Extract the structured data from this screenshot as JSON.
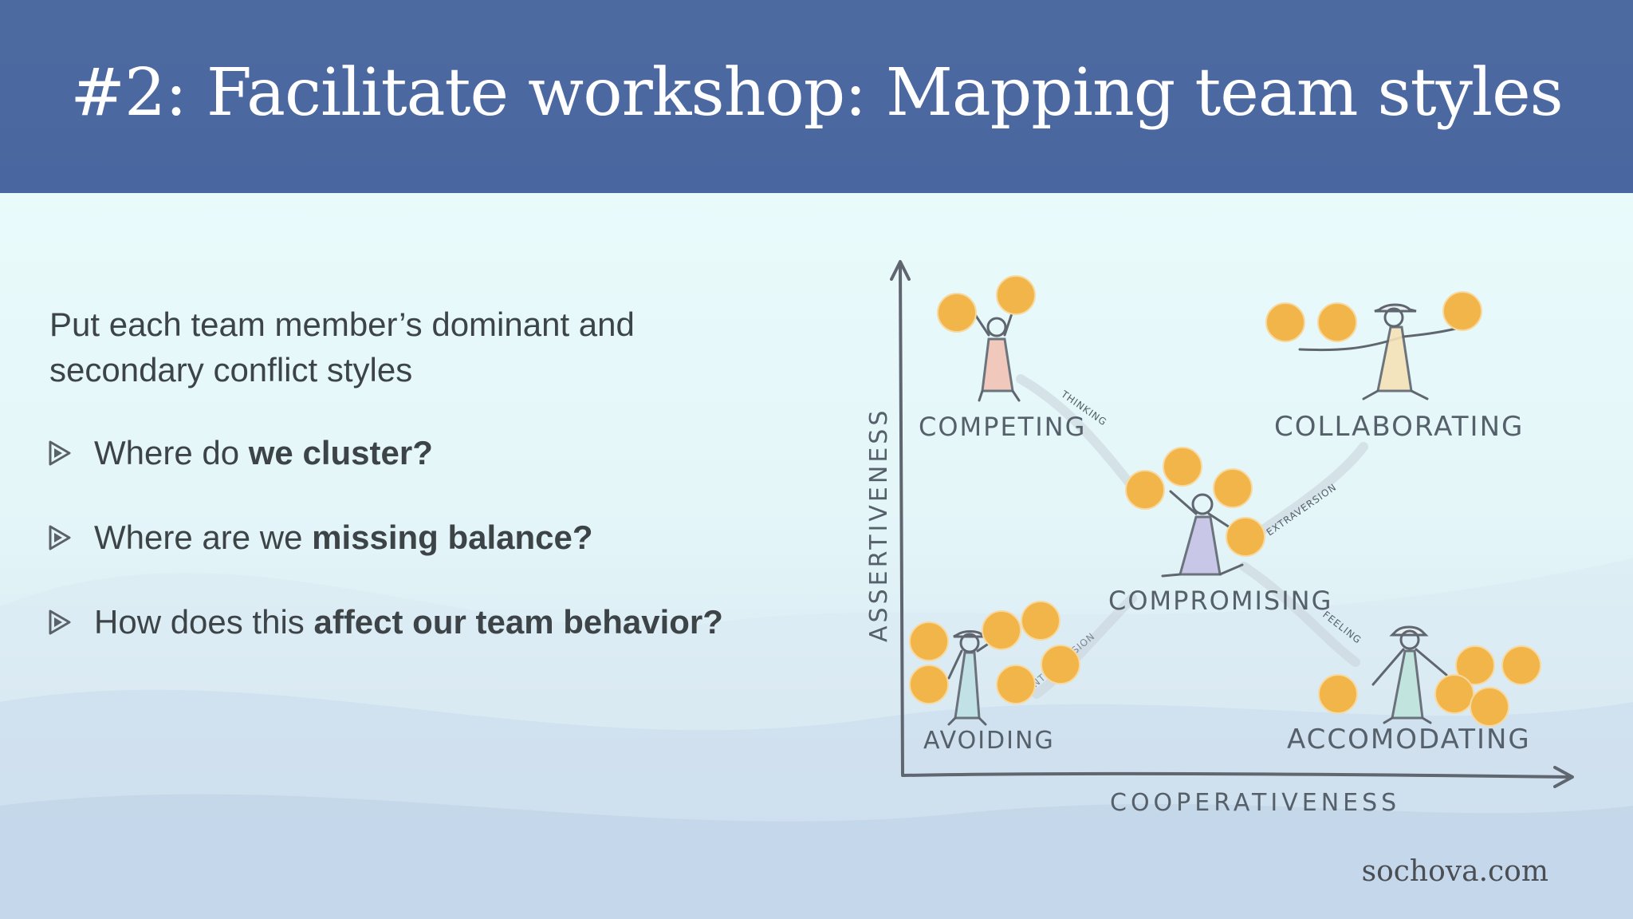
{
  "slide": {
    "title": "#2: Facilitate workshop: Mapping team styles",
    "lead": "Put each team member’s dominant and secondary conflict styles",
    "bullets": [
      {
        "prefix": "Where do ",
        "bold": "we cluster?",
        "suffix": ""
      },
      {
        "prefix": "Where are we ",
        "bold": "missing balance?",
        "suffix": ""
      },
      {
        "prefix": "How does this ",
        "bold": "affect our team behavior?",
        "suffix": ""
      }
    ],
    "footer": "sochova.com"
  },
  "diagram": {
    "y_axis_label": "ASSERTIVENESS",
    "x_axis_label": "COOPERATIVENESS",
    "styles": {
      "competing": "COMPETING",
      "collaborating": "COLLABORATING",
      "compromising": "COMPROMISING",
      "avoiding": "AVOIDING",
      "accommodating": "ACCOMODATING"
    },
    "connectors": {
      "thinking": "THINKING",
      "extraversion": "EXTRAVERSION",
      "feeling": "FEELING",
      "introversion": "INTROVERSION"
    },
    "colors": {
      "header": "#4b68a0",
      "dot": "#f2b54a",
      "ink": "#55606a"
    }
  }
}
